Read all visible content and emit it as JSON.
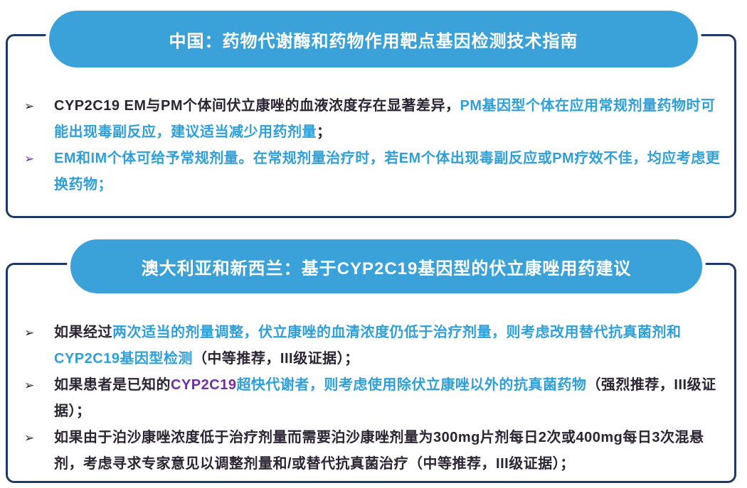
{
  "colors": {
    "page_bg": "#ffffff",
    "banner_blue": "#3aa2d9",
    "banner_text": "#ffffff",
    "border_navy": "#1f3864",
    "text_dark": "#2b2433",
    "text_blue": "#2e9fd8",
    "text_purple": "#7030a0"
  },
  "marker_glyph": "➢",
  "sections": [
    {
      "title": "中国：药物代谢酶和药物作用靶点基因检测技术指南",
      "bullets": [
        {
          "marker_color": "dark",
          "segments": [
            {
              "style": "dark",
              "text": "CYP2C19 EM与PM个体间伏立康唑的血液浓度存在显著差异，"
            },
            {
              "style": "blue",
              "text": "PM基因型个体在应用常规剂量药物时可能出现毒副反应，建议适当减少用药剂量"
            },
            {
              "style": "dark",
              "text": "；"
            }
          ]
        },
        {
          "marker_color": "purple",
          "segments": [
            {
              "style": "blue",
              "text": "EM和IM个体可给予常规剂量。在常规剂量治疗时，若EM个体出现毒副反应或PM疗效不佳，均应考虑更换药物；"
            }
          ]
        }
      ]
    },
    {
      "title": "澳大利亚和新西兰：基于CYP2C19基因型的伏立康唑用药建议",
      "bullets": [
        {
          "marker_color": "dark",
          "segments": [
            {
              "style": "dark",
              "text": "如果经过"
            },
            {
              "style": "blue",
              "text": "两次适当的剂量调整，伏立康唑的血清浓度仍低于治疗剂量，则考虑改用替代抗真菌剂和CYP2C19基因型检测"
            },
            {
              "style": "dark",
              "text": "（中等推荐，III级证据）；"
            }
          ]
        },
        {
          "marker_color": "dark",
          "segments": [
            {
              "style": "dark",
              "text": "如果患者是已知的"
            },
            {
              "style": "purple",
              "text": "CYP2C19"
            },
            {
              "style": "blue",
              "text": "超快代谢者，则考虑使用除伏立康唑以外的抗真菌药物"
            },
            {
              "style": "dark",
              "text": "（强烈推荐，III级证据）；"
            }
          ]
        },
        {
          "marker_color": "dark",
          "segments": [
            {
              "style": "dark",
              "text": "如果由于泊沙康唑浓度低于治疗剂量而需要泊沙康唑剂量为300mg片剂每日2次或400mg每日3次混悬剂，考虑寻求专家意见以调整剂量和/或替代抗真菌治疗（中等推荐，III级证据）；"
            }
          ]
        }
      ]
    }
  ]
}
